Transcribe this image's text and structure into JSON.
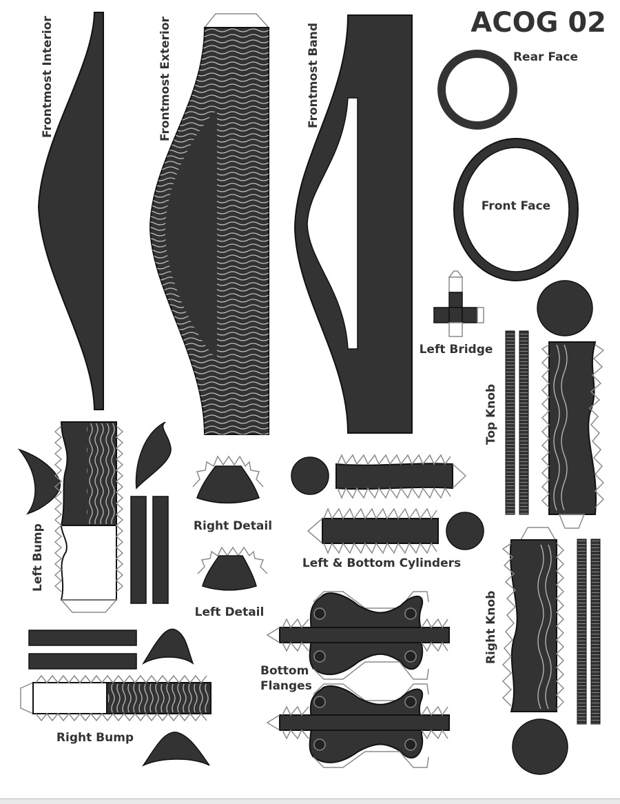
{
  "title": "ACOG 02",
  "labels": {
    "frontmost_interior": "Frontmost Interior",
    "frontmost_exterior": "Frontmost Exterior",
    "frontmost_band": "Frontmost Band",
    "rear_face": "Rear Face",
    "front_face": "Front Face",
    "left_bridge": "Left Bridge",
    "top_knob": "Top Knob",
    "right_knob": "Right Knob",
    "left_bump": "Left Bump",
    "right_detail": "Right Detail",
    "left_detail": "Left Detail",
    "cylinders": "Left & Bottom Cylinders",
    "bottom_flanges_1": "Bottom",
    "bottom_flanges_2": "Flanges",
    "right_bump": "Right Bump"
  },
  "colors": {
    "piece_fill": "#333333",
    "outline": "#111111",
    "tab_stroke": "#8a8a8a",
    "wave_stroke": "#bdbdbd",
    "paper": "#ffffff"
  }
}
